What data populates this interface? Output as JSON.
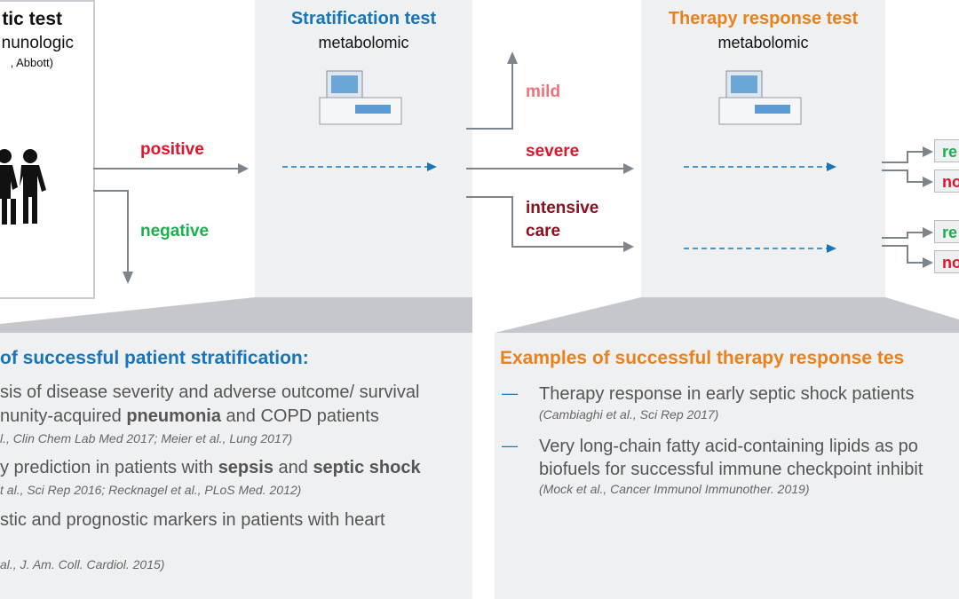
{
  "diagnostic": {
    "title": "tic test",
    "subtitle": "nunologic",
    "note": ", Abbott)"
  },
  "arrows": {
    "positive": "positive",
    "negative": "negative",
    "mild": "mild",
    "severe": "severe",
    "intensive": "intensive",
    "care": "care"
  },
  "stratification": {
    "title": "Stratification test",
    "subtitle": "metabolomic"
  },
  "therapy": {
    "title": "Therapy response test",
    "subtitle": "metabolomic"
  },
  "outcomes": [
    "re",
    "no",
    "re",
    "no"
  ],
  "left_panel": {
    "heading": "of successful patient stratification:",
    "items": [
      {
        "l1": "sis of disease severity and adverse outcome/ survival",
        "l2a": "nunity-acquired ",
        "l2b": "pneumonia",
        "l2c": " and COPD patients",
        "ref": "l., Clin Chem Lab Med 2017; Meier et al., Lung 2017)"
      },
      {
        "l1a": "y prediction in patients with ",
        "l1b": "sepsis",
        "l1c": " and ",
        "l1d": "septic shock",
        "ref": "t al., Sci Rep 2016; Recknagel et al., PLoS Med. 2012)"
      },
      {
        "l1": "stic and prognostic markers in patients with heart",
        "ref": "al., J. Am. Coll. Cardiol. 2015)"
      }
    ]
  },
  "right_panel": {
    "heading": "Examples of successful therapy response tes",
    "dash": "—",
    "items": [
      {
        "l1": "Therapy response in early septic shock patients",
        "ref": "(Cambiaghi et al., Sci Rep 2017)"
      },
      {
        "l1": "Very long-chain fatty acid-containing lipids as po",
        "l2": "biofuels for successful immune checkpoint inhibit",
        "ref": "(Mock et al., Cancer Immunol Immunother. 2019)"
      }
    ]
  },
  "colors": {
    "blue": "#1a75b8",
    "orange": "#e8821e",
    "red": "#e0142a",
    "green": "#1fae4f",
    "panel": "#eef0f2"
  }
}
